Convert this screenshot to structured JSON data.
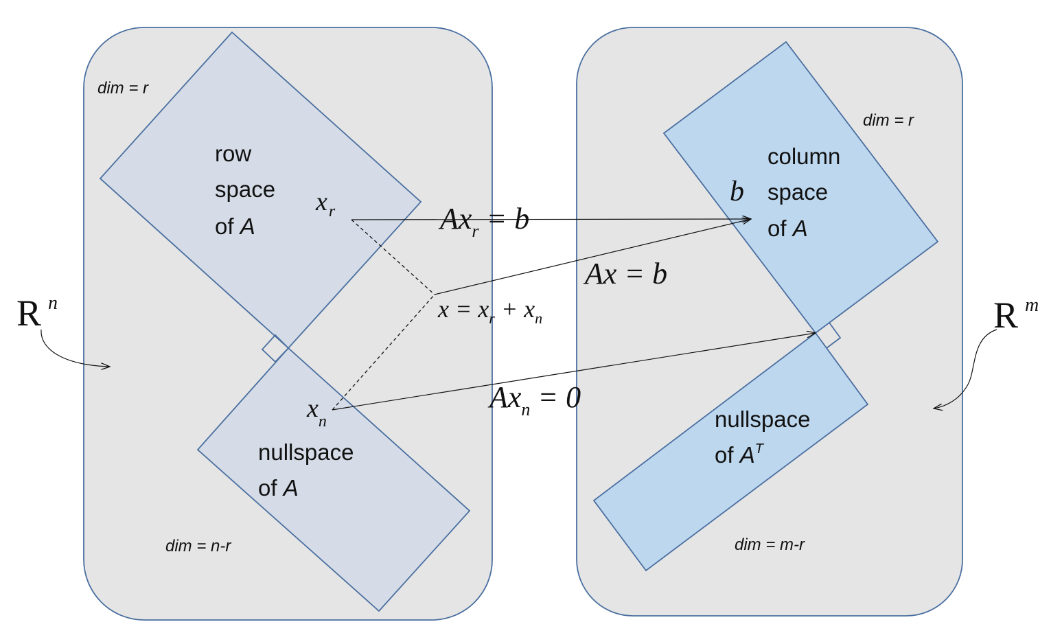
{
  "colors": {
    "space_fill": "#e5e5e5",
    "left_subspace_fill": "#d5dce7",
    "right_subspace_fill": "#bdd7ee",
    "edge": "#4a6fa0"
  },
  "left": {
    "space_label": "R",
    "space_exp": "n",
    "row_space": {
      "line1": "row",
      "line2": "space",
      "line3": "of ",
      "matrix": "A",
      "dim": "dim = r"
    },
    "nullspace": {
      "line1": "nullspace",
      "line2": "of ",
      "matrix": "A",
      "dim": "dim = n-r"
    },
    "xr": {
      "base": "x",
      "sub": "r"
    },
    "xn": {
      "base": "x",
      "sub": "n"
    }
  },
  "right": {
    "space_label": "R",
    "space_exp": "m",
    "column_space": {
      "line1": "column",
      "line2": "space",
      "line3": "of ",
      "matrix": "A",
      "dim": "dim = r"
    },
    "left_nullspace": {
      "line1": "nullspace",
      "line2": "of ",
      "matrix": "A",
      "sup": "T",
      "dim": "dim = m-r"
    },
    "b": "b"
  },
  "equations": {
    "x_sum": {
      "lhs": "x = x",
      "sub1": "r",
      "mid": " + x",
      "sub2": "n"
    },
    "axr": {
      "A": "Ax",
      "sub": "r",
      "rhs": " = b"
    },
    "ax": "Ax = b",
    "axn": {
      "A": "Ax",
      "sub": "n",
      "rhs": " = 0"
    }
  }
}
